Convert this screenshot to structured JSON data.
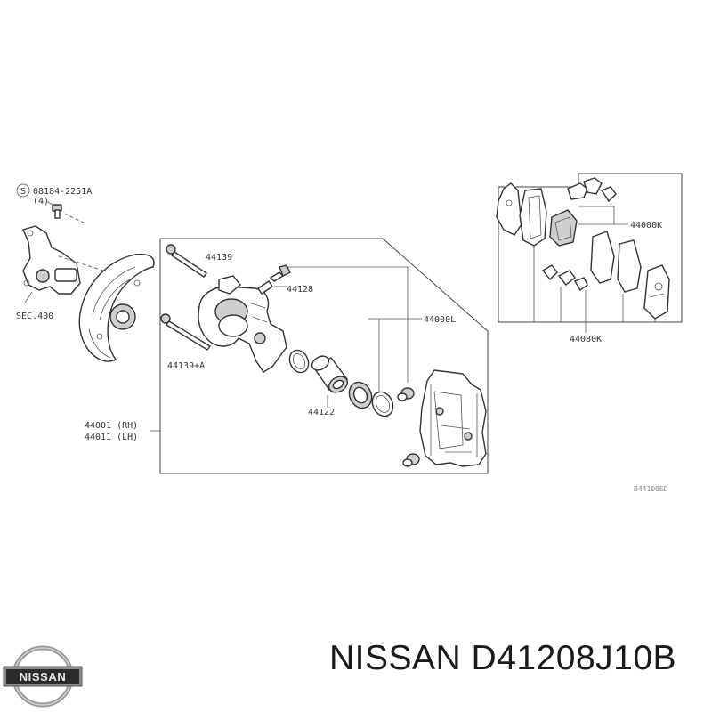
{
  "diagram": {
    "labels": {
      "bolt_ref": "08184-2251A",
      "bolt_qty": "(4)",
      "sec_ref": "SEC.400",
      "pin_upper": "44139",
      "pin_lower": "44139+A",
      "bleeder": "44128",
      "caliper_asm": "44000L",
      "piston": "44122",
      "caliper_rh": "44001 (RH)",
      "caliper_lh": "44011 (LH)",
      "pad_kit": "44000K",
      "pad_kit_bottom": "44080K",
      "figure_code": "B44100ED"
    }
  },
  "footer": {
    "brand": "NISSAN",
    "part_number": "D41208J10B",
    "logo_text": "NISSAN"
  },
  "colors": {
    "line": "#444444",
    "text": "#1a1a1a",
    "logo_chrome": "#9a9a9a"
  }
}
